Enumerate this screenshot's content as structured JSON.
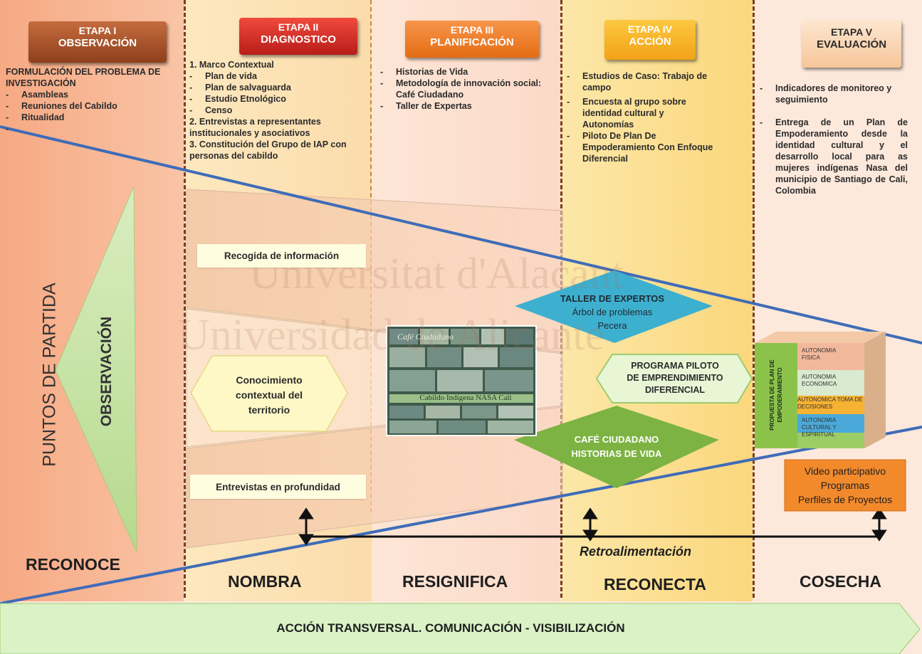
{
  "stages": [
    {
      "line1": "ETAPA I",
      "line2": "OBSERVACIÓN"
    },
    {
      "line1": "ETAPA II",
      "line2": "DIAGNOSTICO"
    },
    {
      "line1": "ETAPA III",
      "line2": "PLANIFICACIÓN"
    },
    {
      "line1": "ETAPA IV",
      "line2": "ACCIÓN"
    },
    {
      "line1": "ETAPA V",
      "line2": "EVALUACIÓN"
    }
  ],
  "stage1": {
    "heading": "FORMULACIÓN DEL PROBLEMA DE INVESTIGACIÓN",
    "items": [
      "Asambleas",
      "Reuniones del Cabildo",
      "Ritualidad",
      ""
    ]
  },
  "stage2": {
    "lines": [
      "1. Marco Contextual",
      "Plan de vida",
      "Plan de salvaguarda",
      "Estudio Etnológico",
      "Censo",
      "2. Entrevistas a representantes institucionales y asociativos",
      "3. Constitución del Grupo de IAP con personas del cabildo"
    ]
  },
  "stage3": {
    "items": [
      "Historias de Vida",
      "Metodología de innovación social: Café Ciudadano",
      "Taller de Expertas"
    ]
  },
  "stage4": {
    "items": [
      "Estudios de Caso: Trabajo de campo",
      "Encuesta al grupo sobre identidad cultural y Autonomías",
      "Piloto De Plan De Empoderamiento Con Enfoque Diferencial"
    ]
  },
  "stage5": {
    "item1": "Indicadores de monitoreo y seguimiento",
    "item2": "Entrega de un Plan de Empoderamiento desde la identidad cultural y el desarrollo local para as mujeres indígenas Nasa del municipio de Santiago de Cali, Colombia"
  },
  "left": {
    "puntos": "PUNTOS DE PARTIDA",
    "observacion": "OBSERVACIÓN"
  },
  "boxes": {
    "recogida": "Recogida de información",
    "conocimiento": "Conocimiento contextual del territorio",
    "entrevistas": "Entrevistas en profundidad"
  },
  "photo": {
    "caption_top": "Café Ciudadano",
    "caption_bottom": "Cabildo Indígena NASA Cali"
  },
  "taller": {
    "title": "TALLER DE EXPERTOS",
    "line2": "Árbol de problemas",
    "line3": "Pecera"
  },
  "programa": {
    "line1": "PROGRAMA PILOTO",
    "line2": "DE EMPRENDIMIENTO",
    "line3": "DIFERENCIAL"
  },
  "cafe": {
    "line1": "CAFÉ CIUDADANO",
    "line2": "HISTORIAS DE VIDA"
  },
  "cube": {
    "side": "PROPUESTA DE PLAN DE EMPODERAMIENTO",
    "layers": [
      "AUTONOMIA FISICA",
      "AUTONOMIA ECONOMICA",
      "AUTONOMICA TOMA DE DECISIONES",
      "AUTONOMIA CULTURAL Y ESPIRITUAL"
    ]
  },
  "video": {
    "lines": [
      "Video participativo",
      "Programas",
      "Perfiles de Proyectos"
    ]
  },
  "feedback": "Retroalimentación",
  "watermark": {
    "line1": "Universitat d'Alacant",
    "line2": "Universidad de Alicante"
  },
  "bottom_words": [
    "RECONOCE",
    "NOMBRA",
    "RESIGNIFICA",
    "RECONECTA",
    "COSECHA"
  ],
  "banner": "ACCIÓN TRANSVERSAL. COMUNICACIÓN - VISIBILIZACIÓN",
  "colors": {
    "stage1": "#a9542a",
    "stage2": "#d9302a",
    "stage3": "#ee7b22",
    "stage4": "#f3b11c",
    "stage5": "#f9d4a8",
    "col1_bg": "#f7b795",
    "col2_bg": "#fbe2b4",
    "col4_bg": "#fbd98c",
    "line_blue": "#3f6cb8",
    "banner": "#d8f1c0"
  }
}
